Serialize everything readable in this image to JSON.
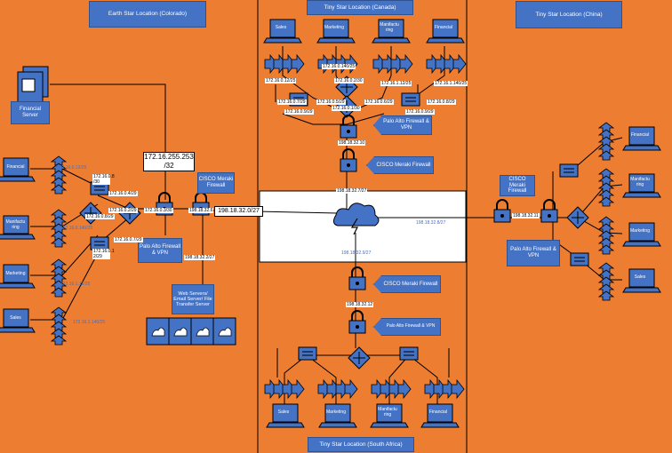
{
  "locations": {
    "earth": "Earth Star Location (Colorado)",
    "canada": "Tiny Star Location (Canada)",
    "china": "Tiny Star Location (China)",
    "south_africa": "Tiny Star Location (South Africa)"
  },
  "colorado": {
    "financial_server": "Financial Server",
    "computers": [
      "Financial",
      "Manifactu ring",
      "Marketing",
      "Sales"
    ],
    "net_172_31": "172.16.255.253 /32",
    "net_198_27": "198.18.32.0/27",
    "meraki": "CISCO Meraki Firewall",
    "palo": "Palo Alto Firewall & VPN",
    "servers": "Web Servers/ Email Server/ File Transfer Server",
    "labels": {
      "l1": "172.16.0.12/25",
      "l2": "172.16.0.140/25",
      "l3": "172.16.1.12/25",
      "l4": "172.16.1.140/25",
      "l5": "172.16.0.8 /30",
      "l6": "172.16.0.4/29",
      "l7": "172.16.0.2/29",
      "l8": "172.16.0.3/30",
      "l9": "172.16.0.8/29",
      "l10": "172.16.0.7/29",
      "l11": "172.16.0.1 2/29",
      "l12": "198.18.32.6",
      "l13": "198.18.32.2/27"
    }
  },
  "canada": {
    "computers": [
      "Sales",
      "Marketing",
      "Manifactu ring",
      "Financial"
    ],
    "palo": "Palo Alto Firewall & VPN",
    "meraki": "CISCO Meraki Firewall",
    "labels": {
      "l1": "172.16.0.140/25",
      "l2": "172.16.0.12/25",
      "l3": "172.16.0.2/30",
      "l4": "172.16.1.12/25",
      "l5": "172.16.1.140/25",
      "l6": "172.16.0.7/29",
      "l7": "172.16.0.5/29",
      "l8": "172.16.0.6/29",
      "l9": "172.16.0.8/29",
      "l10": "172.16.0.9/29",
      "l11": "172.16.0.1/30",
      "l12": "172.16.0.9/29",
      "l13": "198.18.32.10",
      "l14": "198.18.32.7/27"
    }
  },
  "cloud_labels": {
    "right": "198.18.32.8/27",
    "down": "198.18.32.9/27"
  },
  "china": {
    "computers": [
      "Financial",
      "Manifactu ring",
      "Marketing",
      "Sales"
    ],
    "meraki": "CISCO Meraki Firewall",
    "palo": "Palo Alto Firewall & VPN",
    "ip": "198.18.32.11"
  },
  "south_africa": {
    "meraki": "CISCO Meraki Firewall",
    "palo": "Palo Alto Firewall & VPN",
    "ip": "198.18.32.12",
    "computers": [
      "Sales",
      "Marketing",
      "Manifactu ring",
      "Financial"
    ]
  },
  "colors": {
    "background": "#ed7d31",
    "accent": "#4472c4",
    "cloud_zone": "#ffffff"
  }
}
